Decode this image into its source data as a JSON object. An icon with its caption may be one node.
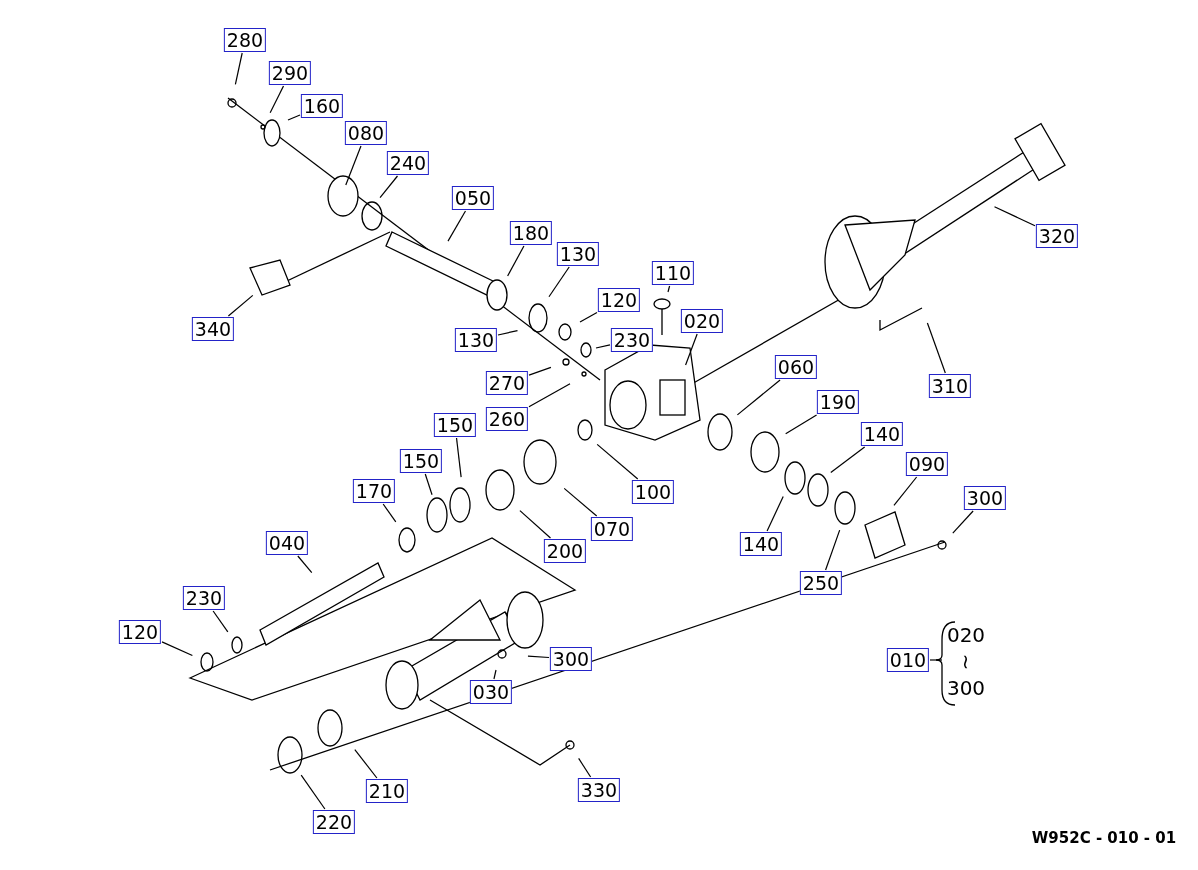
{
  "diagram": {
    "nodes": [
      {
        "text": [
          "280"
        ]
      },
      {
        "text": [
          "290"
        ]
      },
      {
        "text": [
          "160"
        ]
      },
      {
        "text": [
          "080"
        ]
      },
      {
        "text": [
          "240"
        ]
      },
      {
        "text": [
          "050"
        ]
      },
      {
        "text": [
          "320"
        ]
      },
      {
        "text": [
          "180"
        ]
      },
      {
        "text": [
          "130"
        ]
      },
      {
        "text": [
          "110"
        ]
      },
      {
        "text": [
          "120"
        ]
      },
      {
        "text": [
          "020"
        ]
      },
      {
        "text": [
          "340"
        ]
      },
      {
        "text": [
          "130"
        ]
      },
      {
        "text": [
          "230"
        ]
      },
      {
        "text": [
          "270"
        ]
      },
      {
        "text": [
          "060"
        ]
      },
      {
        "text": [
          "310"
        ]
      },
      {
        "text": [
          "260"
        ]
      },
      {
        "text": [
          "190"
        ]
      },
      {
        "text": [
          "150"
        ]
      },
      {
        "text": [
          "140"
        ]
      },
      {
        "text": [
          "150"
        ]
      },
      {
        "text": [
          "090"
        ]
      },
      {
        "text": [
          "100"
        ]
      },
      {
        "text": [
          "170"
        ]
      },
      {
        "text": [
          "300"
        ]
      },
      {
        "text": [
          "070"
        ]
      },
      {
        "text": [
          "200"
        ]
      },
      {
        "text": [
          "040"
        ]
      },
      {
        "text": [
          "140"
        ]
      },
      {
        "text": [
          "250"
        ]
      },
      {
        "text": [
          "230"
        ]
      },
      {
        "text": [
          "120"
        ]
      },
      {
        "text": [
          "300"
        ]
      },
      {
        "text": [
          "010"
        ]
      },
      {
        "text": [
          "030"
        ]
      },
      {
        "text": [
          "330"
        ]
      },
      {
        "text": [
          "210"
        ]
      },
      {
        "text": [
          "220"
        ]
      }
    ],
    "edges": [
      {
        "from": 0,
        "to": null,
        "arrow": "none"
      },
      {
        "from": 1,
        "to": null,
        "arrow": "none"
      },
      {
        "from": 2,
        "to": null,
        "arrow": "none"
      },
      {
        "from": 3,
        "to": null,
        "arrow": "none"
      },
      {
        "from": 4,
        "to": null,
        "arrow": "none"
      },
      {
        "from": 5,
        "to": null,
        "arrow": "none"
      },
      {
        "from": 6,
        "to": null,
        "arrow": "none"
      },
      {
        "from": 7,
        "to": null,
        "arrow": "none"
      },
      {
        "from": 8,
        "to": null,
        "arrow": "none"
      },
      {
        "from": 9,
        "to": null,
        "arrow": "none"
      },
      {
        "from": 10,
        "to": null,
        "arrow": "none"
      },
      {
        "from": 11,
        "to": null,
        "arrow": "none"
      },
      {
        "from": 12,
        "to": null,
        "arrow": "none"
      },
      {
        "from": 13,
        "to": null,
        "arrow": "none"
      },
      {
        "from": 14,
        "to": null,
        "arrow": "none"
      },
      {
        "from": 15,
        "to": null,
        "arrow": "none"
      },
      {
        "from": 16,
        "to": null,
        "arrow": "none"
      },
      {
        "from": 17,
        "to": null,
        "arrow": "none"
      },
      {
        "from": 18,
        "to": null,
        "arrow": "none"
      },
      {
        "from": 19,
        "to": null,
        "arrow": "none"
      },
      {
        "from": 20,
        "to": null,
        "arrow": "none"
      },
      {
        "from": 21,
        "to": null,
        "arrow": "none"
      },
      {
        "from": 22,
        "to": null,
        "arrow": "none"
      },
      {
        "from": 23,
        "to": null,
        "arrow": "none"
      },
      {
        "from": 24,
        "to": null,
        "arrow": "none"
      },
      {
        "from": 25,
        "to": null,
        "arrow": "none"
      },
      {
        "from": 26,
        "to": null,
        "arrow": "none"
      },
      {
        "from": 27,
        "to": null,
        "arrow": "none"
      },
      {
        "from": 28,
        "to": null,
        "arrow": "none"
      },
      {
        "from": 29,
        "to": null,
        "arrow": "none"
      },
      {
        "from": 30,
        "to": null,
        "arrow": "none"
      },
      {
        "from": 31,
        "to": null,
        "arrow": "none"
      },
      {
        "from": 32,
        "to": null,
        "arrow": "none"
      },
      {
        "from": 33,
        "to": null,
        "arrow": "none"
      },
      {
        "from": 34,
        "to": null,
        "arrow": "none"
      },
      {
        "from": 35,
        "to": null,
        "arrow": "none"
      },
      {
        "from": 36,
        "to": null,
        "arrow": "none"
      },
      {
        "from": 37,
        "to": null,
        "arrow": "none"
      },
      {
        "from": 38,
        "to": null,
        "arrow": "none"
      },
      {
        "from": 39,
        "to": null,
        "arrow": "none"
      }
    ],
    "labels": [
      "020",
      "~",
      "300",
      "W952C - 010 - 01"
    ]
  }
}
